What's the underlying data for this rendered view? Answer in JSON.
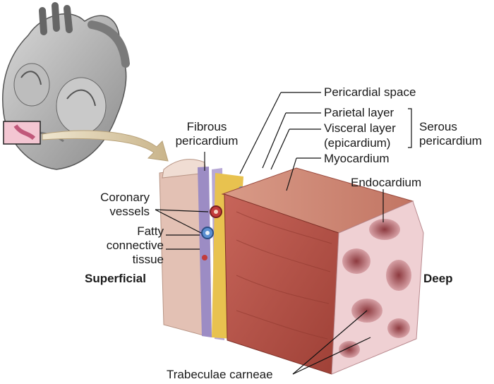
{
  "labels": {
    "pericardial_space": "Pericardial space",
    "parietal_layer": "Parietal layer",
    "visceral_layer": "Visceral layer",
    "epicardium": "(epicardium)",
    "serous_line1": "Serous",
    "serous_line2": "pericardium",
    "fibrous_line1": "Fibrous",
    "fibrous_line2": "pericardium",
    "myocardium": "Myocardium",
    "endocardium": "Endocardium",
    "coronary_line1": "Coronary",
    "coronary_line2": "vessels",
    "fatty_line1": "Fatty",
    "fatty_line2": "connective",
    "fatty_line3": "tissue",
    "superficial": "Superficial",
    "deep": "Deep",
    "trabeculae": "Trabeculae carneae"
  },
  "colors": {
    "muscle": "#b5574b",
    "muscle_top": "#cf8a76",
    "endocardium": "#f2d6d8",
    "fat": "#e8c24f",
    "serous": "#9d8fc4",
    "fibrous": "#e9cfc4",
    "heart_gray": "#9a9a9a"
  }
}
